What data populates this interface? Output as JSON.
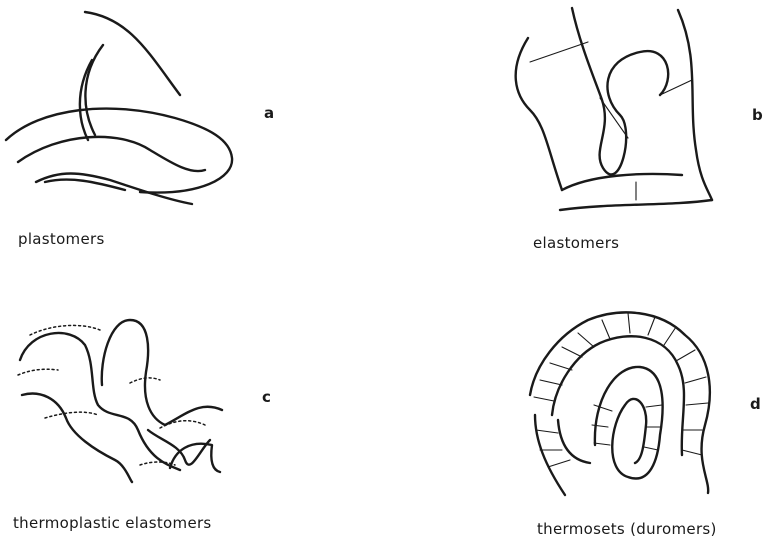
{
  "panels": [
    {
      "letter": "a",
      "caption": "plastomers"
    },
    {
      "letter": "b",
      "caption": "elastomers"
    },
    {
      "letter": "c",
      "caption": "thermoplastic elastomers"
    },
    {
      "letter": "d",
      "caption": "thermosets (duromers)"
    }
  ]
}
